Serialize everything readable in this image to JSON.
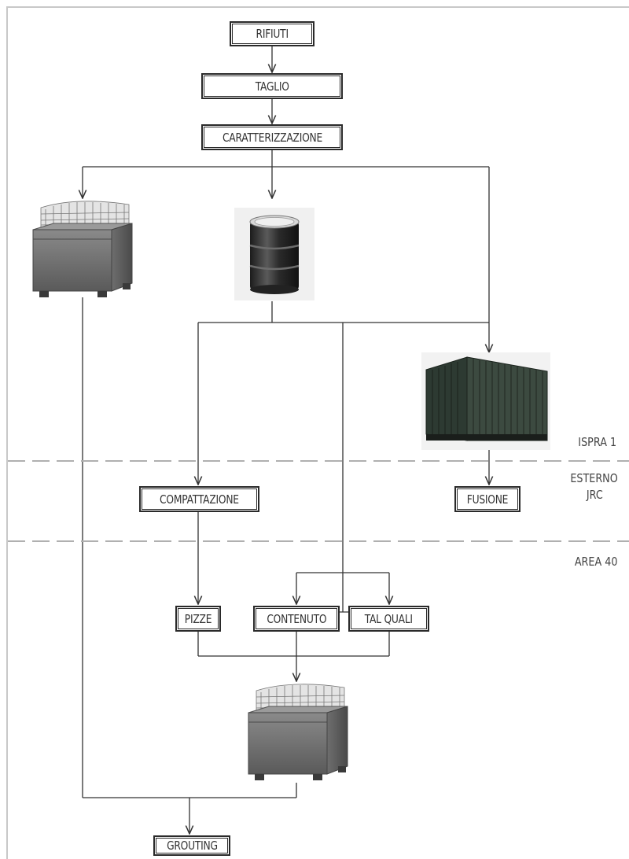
{
  "boxes": {
    "rifiuti": "RIFIUTI",
    "taglio": "TAGLIO",
    "caratterizzazione": "CARATTERIZZAZIONE",
    "compattazione": "COMPATTAZIONE",
    "fusione": "FUSIONE",
    "pizze": "PIZZE",
    "contenuto": "CONTENUTO",
    "tal_quali": "TAL  QUALI",
    "grouting": "GROUTING"
  },
  "zones": {
    "ispra": "ISPRA  1",
    "esterno_line1": "ESTERNO",
    "esterno_line2": "JRC",
    "area": "AREA  40"
  },
  "images": {
    "cage_container": "metal-cage-container-icon",
    "drum": "steel-drum-icon",
    "shipping_container": "shipping-container-icon"
  },
  "colors": {
    "line": "#333333",
    "dashed": "#b0b0b0",
    "box_border": "#2a2a2a"
  }
}
